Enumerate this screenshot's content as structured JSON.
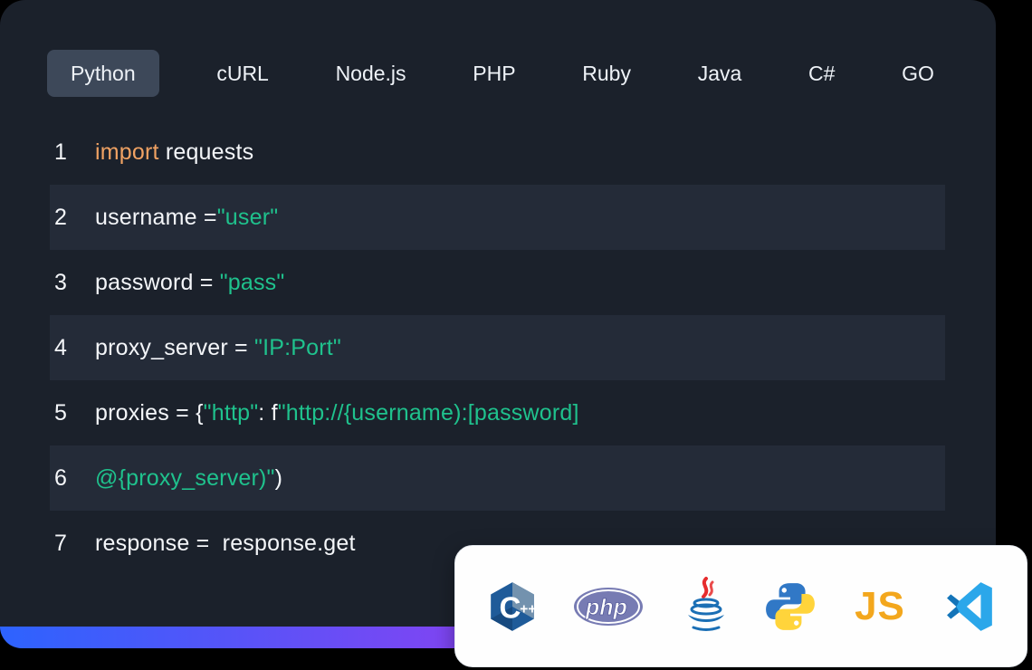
{
  "tabs": {
    "items": [
      {
        "label": "Python",
        "active": true
      },
      {
        "label": "cURL",
        "active": false
      },
      {
        "label": "Node.js",
        "active": false
      },
      {
        "label": "PHP",
        "active": false
      },
      {
        "label": "Ruby",
        "active": false
      },
      {
        "label": "Java",
        "active": false
      },
      {
        "label": "C#",
        "active": false
      },
      {
        "label": "GO",
        "active": false
      }
    ]
  },
  "code": {
    "lines": [
      {
        "num": "1",
        "highlighted": false,
        "segments": [
          {
            "text": "import",
            "color": "orange"
          },
          {
            "text": " requests",
            "color": "white"
          }
        ]
      },
      {
        "num": "2",
        "highlighted": true,
        "segments": [
          {
            "text": "username =",
            "color": "white"
          },
          {
            "text": "\"user\"",
            "color": "green"
          }
        ]
      },
      {
        "num": "3",
        "highlighted": false,
        "segments": [
          {
            "text": "password = ",
            "color": "white"
          },
          {
            "text": "\"pass\"",
            "color": "green"
          }
        ]
      },
      {
        "num": "4",
        "highlighted": true,
        "segments": [
          {
            "text": "proxy_server = ",
            "color": "white"
          },
          {
            "text": "\"IP:Port\"",
            "color": "green"
          }
        ]
      },
      {
        "num": "5",
        "highlighted": false,
        "segments": [
          {
            "text": "proxies = {",
            "color": "white"
          },
          {
            "text": "\"http\"",
            "color": "green"
          },
          {
            "text": ": f",
            "color": "white"
          },
          {
            "text": "\"http://{username):[password]",
            "color": "green"
          }
        ]
      },
      {
        "num": "6",
        "highlighted": true,
        "segments": [
          {
            "text": "@{proxy_server)\"",
            "color": "green"
          },
          {
            "text": ")",
            "color": "white"
          }
        ]
      },
      {
        "num": "7",
        "highlighted": false,
        "segments": [
          {
            "text": "response =  response.get",
            "color": "white"
          }
        ]
      }
    ]
  },
  "icon_bar": {
    "cpp_label": "C++",
    "cpp_plus_label": "++",
    "cpp_c_label": "C",
    "php_label": "php",
    "js_label": "JS",
    "icons": [
      "cpp-icon",
      "php-icon",
      "java-icon",
      "python-icon",
      "js-icon",
      "vscode-icon"
    ]
  },
  "colors": {
    "page_background": "#000000",
    "card_background": "#1b212b",
    "row_highlight": "#242b38",
    "active_tab_background": "#3d4859",
    "code_white": "#f4f6f9",
    "code_orange": "#f0a263",
    "code_green": "#1fc28d",
    "gradient_start": "#2d63fe",
    "gradient_end": "#a234ec",
    "icon_card_background": "#fefefe"
  }
}
